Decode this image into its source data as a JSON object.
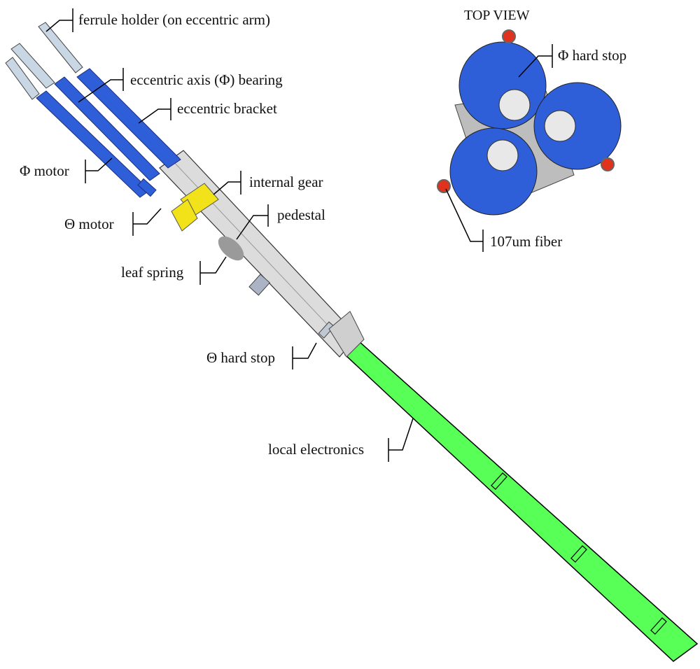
{
  "title": "TOP VIEW",
  "colors": {
    "blue": "#2f5fd8",
    "green": "#57ff57",
    "yellow": "#f2e21a",
    "fiber_red": "#e0321c",
    "metal": "#d9d9d9"
  },
  "labels": {
    "ferrule_holder": "ferrule holder (on eccentric arm)",
    "eccentric_axis_bearing": "eccentric axis (Φ) bearing",
    "eccentric_bracket": "eccentric bracket",
    "phi_motor": "Φ motor",
    "internal_gear": "internal gear",
    "theta_motor": "Θ motor",
    "pedestal": "pedestal",
    "leaf_spring": "leaf spring",
    "theta_hard_stop": "Θ hard stop",
    "local_electronics": "local electronics",
    "phi_hard_stop": "Φ hard stop",
    "fiber": "107um fiber"
  }
}
